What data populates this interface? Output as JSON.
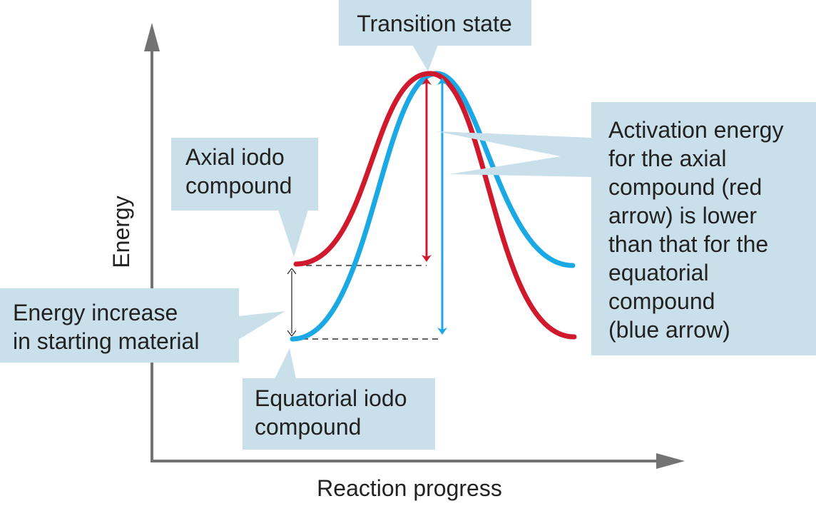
{
  "axes": {
    "y_label": "Energy",
    "x_label": "Reaction progress"
  },
  "callouts": {
    "transition_state": "Transition state",
    "axial": [
      "Axial iodo",
      "compound"
    ],
    "equatorial": [
      "Equatorial iodo",
      "compound"
    ],
    "energy_increase": [
      "Energy increase",
      "in starting material"
    ],
    "activation": [
      "Activation energy",
      "for the axial",
      "compound (red",
      "arrow) is lower",
      "than that for the",
      "equatorial",
      "compound",
      "(blue arrow)"
    ]
  },
  "colors": {
    "axial_curve": "#d0192c",
    "equatorial_curve": "#1ba9e6",
    "callout_fill": "#c9dfea",
    "axis": "#737373"
  }
}
